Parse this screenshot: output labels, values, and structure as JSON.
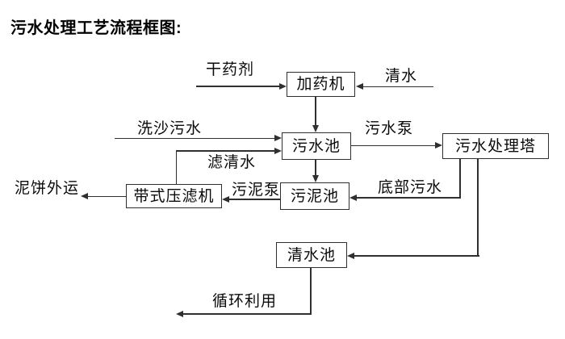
{
  "title": "污水处理工艺流程框图:",
  "colors": {
    "background": "#ffffff",
    "line": "#2f2f2f",
    "text": "#0a0a0a",
    "box_border": "#2f2f2f",
    "box_fill": "#ffffff"
  },
  "nodes": {
    "dosing_machine": {
      "label": "加药机"
    },
    "sewage_pool": {
      "label": "污水池"
    },
    "treatment_tower": {
      "label": "污水处理塔"
    },
    "sludge_pool": {
      "label": "污泥池"
    },
    "belt_filter_press": {
      "label": "带式压滤机"
    },
    "clean_water_pool": {
      "label": "清水池"
    }
  },
  "flow_labels": {
    "dry_chemical": "干药剂",
    "clean_water": "清水",
    "sand_washing_sewage": "洗沙污水",
    "filtered_clean_water": "滤清水",
    "sewage_pump": "污水泵",
    "bottom_sewage": "底部污水",
    "sludge_pump": "污泥泵",
    "mud_cake_outbound": "泥饼外运",
    "recycling_use": "循环利用"
  }
}
